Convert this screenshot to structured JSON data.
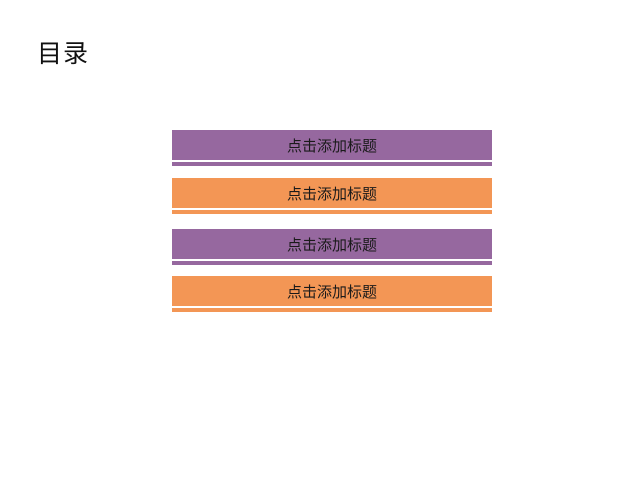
{
  "slide": {
    "title": "目录"
  },
  "colors": {
    "purple": "#96689f",
    "orange": "#f39655"
  },
  "toc": {
    "items": [
      {
        "label": "点击添加标题",
        "color": "#96689f"
      },
      {
        "label": "点击添加标题",
        "color": "#f39655"
      },
      {
        "label": "点击添加标题",
        "color": "#96689f"
      },
      {
        "label": "点击添加标题",
        "color": "#f39655"
      }
    ]
  }
}
